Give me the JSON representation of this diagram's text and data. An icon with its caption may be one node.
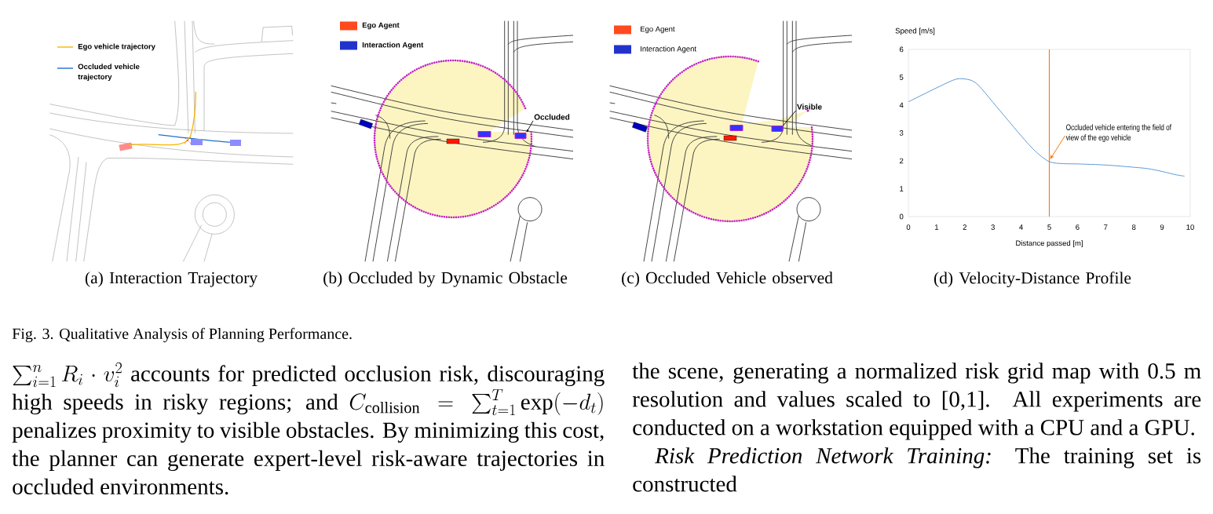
{
  "diagram": {
    "caption": "Fig. 3. Qualitative Analysis of Planning Performance.",
    "nodes": [
      {
        "text": [
          "Occluded"
        ]
      },
      {
        "text": [],
        "shape": "box"
      },
      {
        "text": [
          "Visible"
        ]
      },
      {
        "text": [],
        "shape": "box"
      }
    ],
    "edges": [
      {
        "from": 0,
        "to": 1,
        "arrow": "to"
      },
      {
        "from": 2,
        "to": 3,
        "arrow": "none"
      }
    ],
    "labels": [
      "(a) Interaction Trajectory",
      "(b) Occluded by Dynamic Obstacle",
      "(c) Occluded Vehicle observed",
      "(d) Velocity-Distance Profile",
      "\\sum_{i=1}^{n} R_i \\cdot v_i^2",
      "accounts for predicted occlusion risk, discouraging high speeds in risky regions; and",
      "C_{\\text{collision}} = \\sum_{t=1}^{T} \\exp(-d_t)",
      "penalizes proximity to visible obstacles. By minimizing this cost, the planner can generate expert-level risk-aware trajectories in occluded environments.",
      "the scene, generating a normalized risk grid map with 0.5 m resolution and values scaled to [0,1]. All experiments are conducted on a workstation equipped with a CPU and a GPU.",
      "*Risk Prediction Network Training:* The training set is constructed"
    ],
    "legend": [
      {
        "text": "Ego vehicle trajectory"
      },
      {
        "text": "Occluded vehicle trajectory"
      },
      {
        "text": "Ego Agent",
        "color": "#ff4a1f"
      },
      {
        "text": "Interaction Agent",
        "color": "#2233cc"
      },
      {
        "text": "Ego Agent",
        "color": "#ff4a1f"
      },
      {
        "text": "Interaction Agent",
        "color": "#2233cc"
      }
    ],
    "chart_data": {
      "type": "line",
      "xlabel": "Distance passed [m]",
      "ylabel": "Speed [m/s]",
      "x": [
        0,
        0.5,
        1,
        1.5,
        1.8,
        2.2,
        2.5,
        3,
        3.5,
        4,
        4.5,
        5,
        5.5,
        6,
        7,
        8,
        8.5,
        9,
        9.5,
        9.8
      ],
      "series": [
        {
          "color": "#5b9bd5",
          "values": [
            4.12,
            4.37,
            4.62,
            4.86,
            4.95,
            4.9,
            4.7,
            4.1,
            3.5,
            2.9,
            2.35,
            1.97,
            1.9,
            1.89,
            1.85,
            1.77,
            1.72,
            1.62,
            1.5,
            1.45
          ]
        }
      ],
      "xlim": [
        0,
        10
      ],
      "ylim": [
        0,
        6
      ],
      "xticks": [
        0,
        1,
        2,
        3,
        4,
        5,
        6,
        7,
        8,
        9,
        10
      ],
      "yticks": [
        0,
        1,
        2,
        3,
        4,
        5,
        6
      ],
      "ref_lines": [
        {
          "axis": "x",
          "value": 5,
          "color": "#ff7300"
        }
      ],
      "annotations": [
        {
          "text": "Occluded vehicle entering the field of view of the ego vehicle",
          "x": 5,
          "y": 2
        }
      ]
    }
  }
}
